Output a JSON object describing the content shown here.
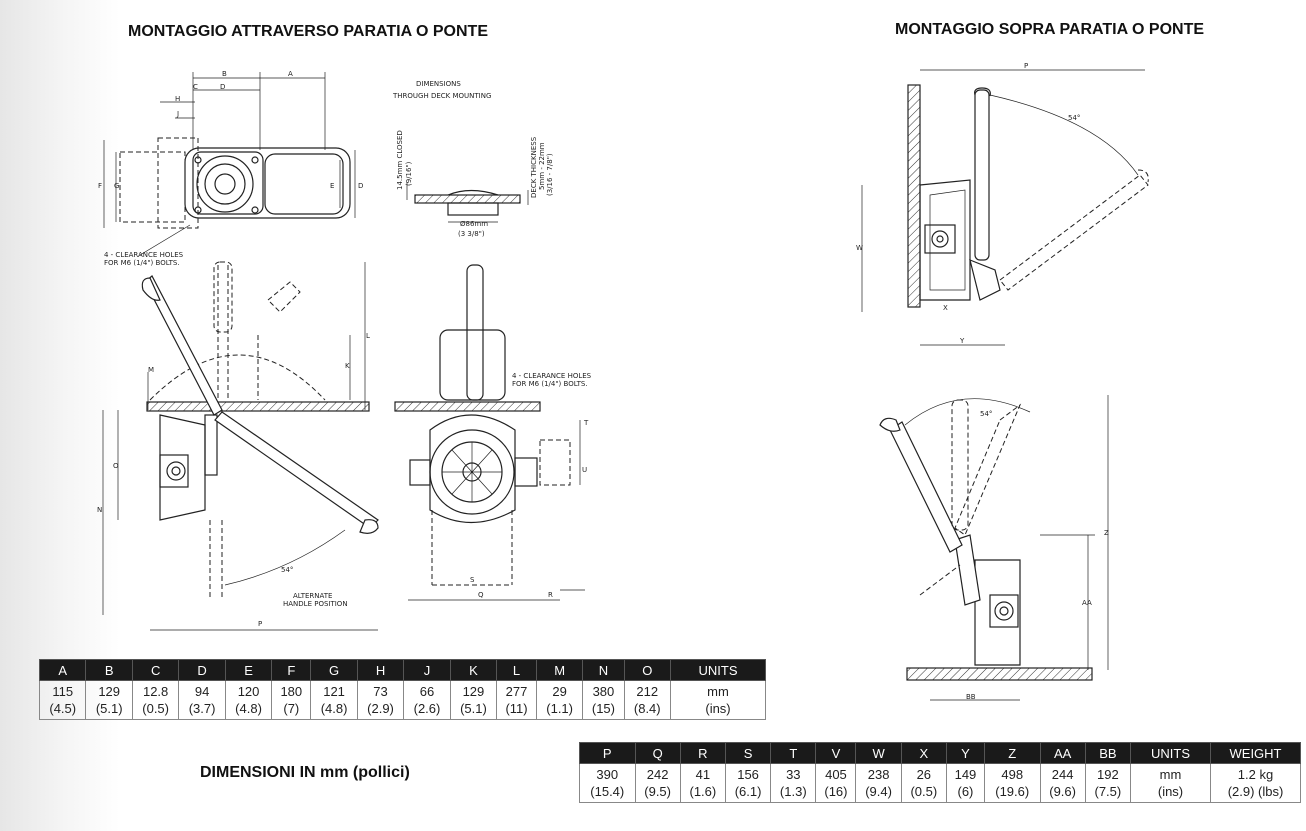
{
  "titles": {
    "through": "MONTAGGIO ATTRAVERSO PARATIA O PONTE",
    "above": "MONTAGGIO SOPRA PARATIA O PONTE",
    "dims_caption": "DIMENSIONI IN mm (pollici)"
  },
  "drawing_labels": {
    "dimensions": "DIMENSIONS",
    "through_deck": "THROUGH DECK MOUNTING",
    "closed_1": "14.5mm CLOSED",
    "closed_2": "(9/16\")",
    "deck_1": "DECK THICKNESS",
    "deck_2": "5mm - 22mm",
    "deck_3": "(3/16 - 7/8\")",
    "dia_1": "Ø86mm",
    "dia_2": "(3 3/8\")",
    "holes_1": "4 - CLEARANCE HOLES",
    "holes_2": "FOR M6 (1/4\") BOLTS.",
    "alt_1": "ALTERNATE",
    "alt_2": "HANDLE POSITION",
    "angle": "54°",
    "letters": {
      "A": "A",
      "B": "B",
      "C": "C",
      "D": "D",
      "E": "E",
      "F": "F",
      "G": "G",
      "H": "H",
      "J": "J",
      "K": "K",
      "L": "L",
      "M": "M",
      "N": "N",
      "O": "O",
      "P": "P",
      "Q": "Q",
      "R": "R",
      "S": "S",
      "T": "T",
      "U": "U",
      "W": "W",
      "X": "X",
      "Y": "Y",
      "Z": "Z",
      "AA": "AA",
      "BB": "BB"
    }
  },
  "table1": {
    "headers": [
      "A",
      "B",
      "C",
      "D",
      "E",
      "F",
      "G",
      "H",
      "J",
      "K",
      "L",
      "M",
      "N",
      "O",
      "UNITS"
    ],
    "mm": [
      "115",
      "129",
      "12.8",
      "94",
      "120",
      "180",
      "121",
      "73",
      "66",
      "129",
      "277",
      "29",
      "380",
      "212",
      "mm"
    ],
    "ins": [
      "(4.5)",
      "(5.1)",
      "(0.5)",
      "(3.7)",
      "(4.8)",
      "(7)",
      "(4.8)",
      "(2.9)",
      "(2.6)",
      "(5.1)",
      "(11)",
      "(1.1)",
      "(15)",
      "(8.4)",
      "(ins)"
    ]
  },
  "table2": {
    "headers": [
      "P",
      "Q",
      "R",
      "S",
      "T",
      "V",
      "W",
      "X",
      "Y",
      "Z",
      "AA",
      "BB",
      "UNITS",
      "WEIGHT"
    ],
    "mm": [
      "390",
      "242",
      "41",
      "156",
      "33",
      "405",
      "238",
      "26",
      "149",
      "498",
      "244",
      "192",
      "mm",
      "1.2  kg"
    ],
    "ins": [
      "(15.4)",
      "(9.5)",
      "(1.6)",
      "(6.1)",
      "(1.3)",
      "(16)",
      "(9.4)",
      "(0.5)",
      "(6)",
      "(19.6)",
      "(9.6)",
      "(7.5)",
      "(ins)",
      "(2.9) (lbs)"
    ]
  }
}
